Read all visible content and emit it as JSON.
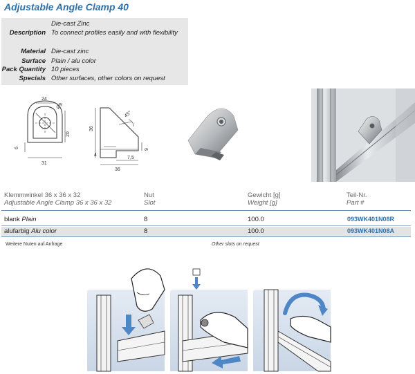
{
  "title": "Adjustable Angle Clamp 40",
  "specs": [
    {
      "label": "",
      "value": "Die-cast Zinc"
    },
    {
      "label": "Description",
      "value": "To connect profiles easily and with flexibility"
    },
    {
      "label": "Material",
      "value": "Die-cast zinc"
    },
    {
      "label": "Surface",
      "value": "Plain / alu color"
    },
    {
      "label": "Pack Quantity",
      "value": "10 pieces"
    },
    {
      "label": "Specials",
      "value": "Other surfaces, other colors on request"
    }
  ],
  "drawing": {
    "front": {
      "width": "24",
      "hole": "Ø9",
      "height": "20",
      "side": "6",
      "base": "31"
    },
    "side": {
      "height": "36",
      "angle": "45°",
      "slot": "9",
      "offset1": "4",
      "offset2": "7,5",
      "length": "36"
    }
  },
  "table": {
    "headers": {
      "name_de": "Klemmwinkel 36 x 36 x 32",
      "name_en": "Adjustable Angle Clamp 36 x 36 x 32",
      "slot_de": "Nut",
      "slot_en": "Slot",
      "weight_de": "Gewicht [g]",
      "weight_en": "Weight [g]",
      "part_de": "Teil-Nr.",
      "part_en": "Part #"
    },
    "rows": [
      {
        "name_de": "blank",
        "name_en": "Plain",
        "slot": "8",
        "weight": "100.0",
        "part": "093WK401N08R"
      },
      {
        "name_de": "alufarbig",
        "name_en": "Alu color",
        "slot": "8",
        "weight": "100.0",
        "part": "093WK401N08A"
      }
    ],
    "note_de": "Weitere Nuten auf Anfrage",
    "note_en": "Other slots on request"
  },
  "colors": {
    "title": "#2f6fa8",
    "spec_bg": "#e7e7e7",
    "alt_row": "#e3e3e3",
    "accent_arrow": "#4f86c6"
  }
}
